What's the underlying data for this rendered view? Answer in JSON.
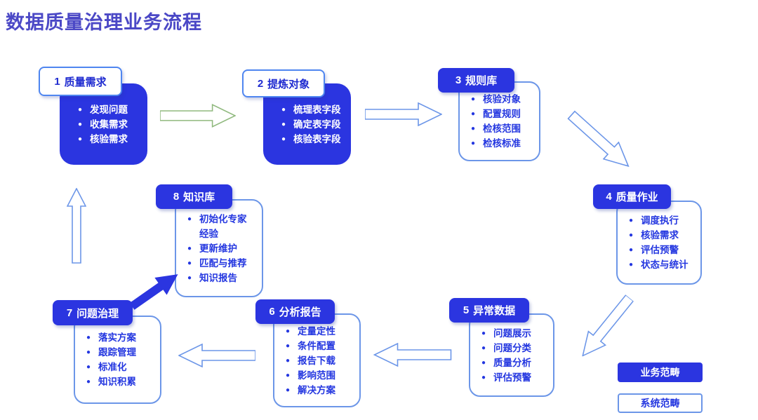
{
  "title": "数据质量治理业务流程",
  "colors": {
    "title_purple": "#4B48C6",
    "primary_blue": "#2B35E0",
    "outline_blue": "#6C96E8",
    "chip_border_blue": "#4F86F0",
    "chip_text_blue": "#1F2BD0",
    "green_arrow": "#90B97E"
  },
  "steps": [
    {
      "num": "1",
      "title": "质量需求",
      "style": "filled",
      "items": [
        "发现问题",
        "收集需求",
        "核验需求"
      ]
    },
    {
      "num": "2",
      "title": "提炼对象",
      "style": "filled",
      "items": [
        "梳理表字段",
        "确定表字段",
        "核验表字段"
      ]
    },
    {
      "num": "3",
      "title": "规则库",
      "style": "outline",
      "items": [
        "核验对象",
        "配置规则",
        "检核范围",
        "检核标准"
      ]
    },
    {
      "num": "4",
      "title": "质量作业",
      "style": "outline",
      "items": [
        "调度执行",
        "核验需求",
        "评估预警",
        "状态与统计"
      ]
    },
    {
      "num": "5",
      "title": "异常数据",
      "style": "outline",
      "items": [
        "问题展示",
        "问题分类",
        "质量分析",
        "评估预警"
      ]
    },
    {
      "num": "6",
      "title": "分析报告",
      "style": "outline",
      "items": [
        "定量定性",
        "条件配置",
        "报告下载",
        "影响范围",
        "解决方案"
      ]
    },
    {
      "num": "7",
      "title": "问题治理",
      "style": "outline",
      "items": [
        "落实方案",
        "跟踪管理",
        "标准化",
        "知识积累"
      ]
    },
    {
      "num": "8",
      "title": "知识库",
      "style": "outline",
      "items": [
        "初始化专家经验",
        "更新维护",
        "匹配与推荐",
        "知识报告"
      ]
    }
  ],
  "legend": [
    {
      "label": "业务范畴",
      "style": "filled"
    },
    {
      "label": "系统范畴",
      "style": "outline"
    }
  ]
}
